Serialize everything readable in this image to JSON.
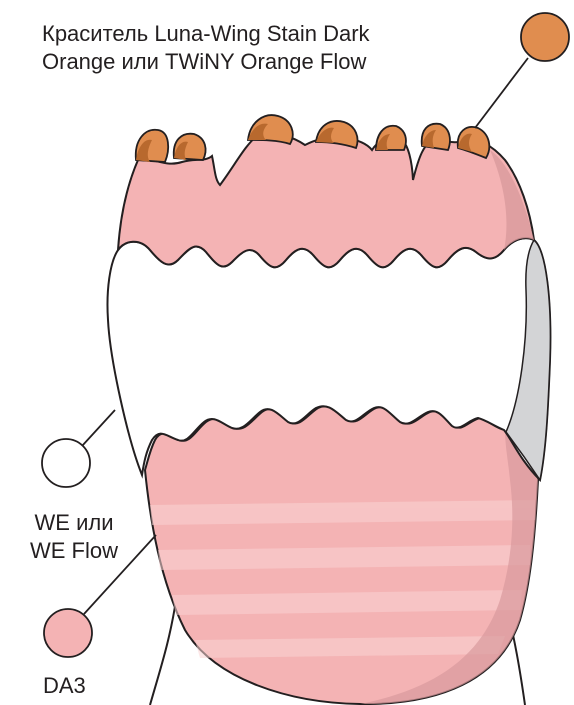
{
  "colors": {
    "orange": "#e08d4f",
    "orange_dark": "#b8692e",
    "pink": "#f4b3b4",
    "pink_band": "#f7c4c5",
    "pink_shadow": "#d99a9c",
    "white": "#ffffff",
    "grey_shade": "#d3d4d6",
    "outline": "#231f20"
  },
  "labels": {
    "orange_line1": "Краситель Luna-Wing Stain Dark",
    "orange_line2": "Orange или TWiNY Orange Flow",
    "white_line1": "WE или",
    "white_line2": "WE Flow",
    "pink": "DA3"
  },
  "swatches": [
    {
      "name": "orange-swatch",
      "color_key": "orange"
    },
    {
      "name": "white-swatch",
      "color_key": "white"
    },
    {
      "name": "pink-swatch",
      "color_key": "pink"
    }
  ]
}
